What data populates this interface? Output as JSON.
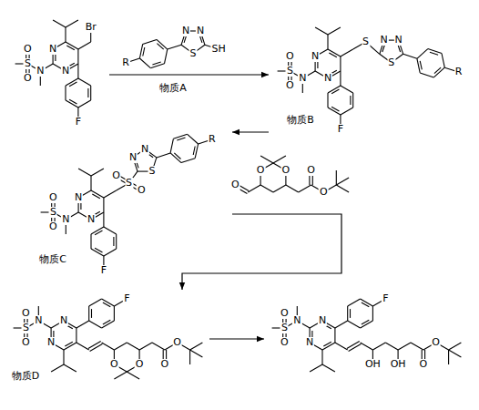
{
  "diagram": {
    "nodes": [
      {
        "text": [
          "O",
          "S",
          "O",
          "N",
          "N",
          "N",
          "F",
          "Br"
        ]
      },
      {
        "text": [
          "N",
          "N",
          "S",
          "SH",
          "R",
          "物质A"
        ]
      },
      {
        "text": [
          "O",
          "S",
          "O",
          "N",
          "N",
          "N",
          "F",
          "S",
          "N",
          "N",
          "S",
          "R",
          "物质B"
        ]
      },
      {
        "text": [
          "O",
          "S",
          "O",
          "N",
          "N",
          "N",
          "F",
          "O",
          "S",
          "O",
          "N",
          "N",
          "S",
          "R",
          "物质C"
        ]
      },
      {
        "text": [
          "O",
          "O",
          "O",
          "O",
          "O"
        ]
      },
      {
        "text": [
          "O",
          "S",
          "O",
          "N",
          "N",
          "N",
          "F",
          "O",
          "O",
          "O",
          "O",
          "物质D"
        ]
      },
      {
        "text": [
          "O",
          "S",
          "O",
          "N",
          "N",
          "N",
          "F",
          "OH",
          "OH",
          "O",
          "O"
        ]
      }
    ],
    "edges": [
      {
        "from": 0,
        "to": 2,
        "arrow": "to"
      },
      {
        "from": 2,
        "to": 3,
        "arrow": "to"
      },
      {
        "from": 3,
        "to": 5,
        "arrow": "to"
      },
      {
        "from": 5,
        "to": 6,
        "arrow": "to"
      }
    ]
  }
}
